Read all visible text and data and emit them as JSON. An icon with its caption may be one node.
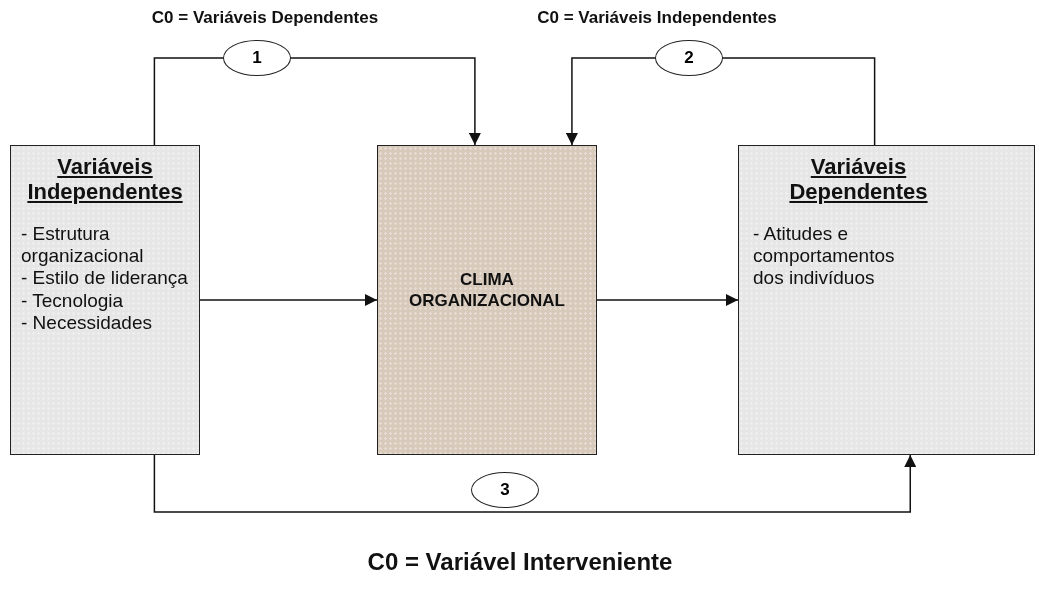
{
  "diagram": {
    "nodes": [
      {
        "text": [
          "Variáveis Independentes",
          "- Estrutura organizacional",
          "- Estilo de liderança",
          "- Tecnologia",
          "- Necessidades"
        ]
      },
      {
        "text": [
          "CLIMA ORGANIZACIONAL"
        ]
      },
      {
        "text": [
          "Variáveis Dependentes",
          "- Atitudes e comportamentos dos indivíduos"
        ]
      }
    ],
    "edges": [
      {
        "from": 0,
        "to": 1,
        "arrow": "to"
      },
      {
        "from": 1,
        "to": 2,
        "arrow": "to"
      },
      {
        "from": 0,
        "to": 1,
        "arrow": "to",
        "label": "1"
      },
      {
        "from": 2,
        "to": 1,
        "arrow": "to",
        "label": "2"
      },
      {
        "from": 0,
        "to": 2,
        "arrow": "to",
        "label": "3"
      }
    ],
    "labels": [
      "C0 = Variáveis Dependentes",
      "C0 = Variáveis Independentes",
      "C0 = Variável Interveniente"
    ]
  }
}
